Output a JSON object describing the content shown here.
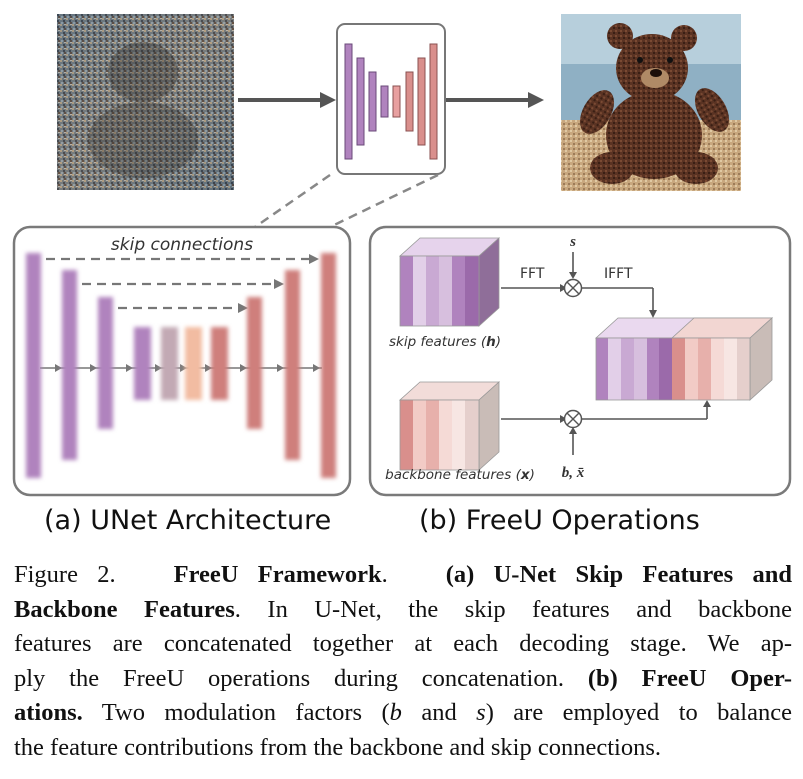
{
  "figure": {
    "unet_panel": {
      "skip_label": "skip connections",
      "caption": "(a) UNet Architecture"
    },
    "freeu_panel": {
      "caption": "(b) FreeU Operations",
      "s_label": "s",
      "fft_label": "FFT",
      "ifft_label": "IFFT",
      "skip_features_text": "skip features (",
      "skip_features_var": "h",
      "backbone_features_text": "backbone features (",
      "backbone_features_var": "x",
      "bx_label": "b, x̄",
      "close_paren": ")"
    }
  },
  "caption": {
    "figure_number": "Figure 2.",
    "title": "FreeU Framework",
    "part_a_head": "(a) U-Net Skip Features and",
    "part_a_head_2": "Backbone Features",
    "part_a_text_1": ". In U-Net, the skip features and backbone",
    "line_3": "features are concatenated together at each decoding stage. We ap-",
    "line_4_text": "ply the FreeU operations during concatenation.",
    "part_b_head_1": "(b) FreeU Oper-",
    "part_b_head_2": "ations.",
    "line_5_text_1": " Two modulation factors (",
    "var_b": "b",
    "and_word": " and ",
    "var_s": "s",
    "line_5_text_2": ") are employed to balance",
    "line_6": "the feature contributions from the backbone and skip connections."
  },
  "colors": {
    "purple": "#b083be",
    "salmon": "#cf7f7c",
    "panel_border": "#7a7a7a"
  }
}
